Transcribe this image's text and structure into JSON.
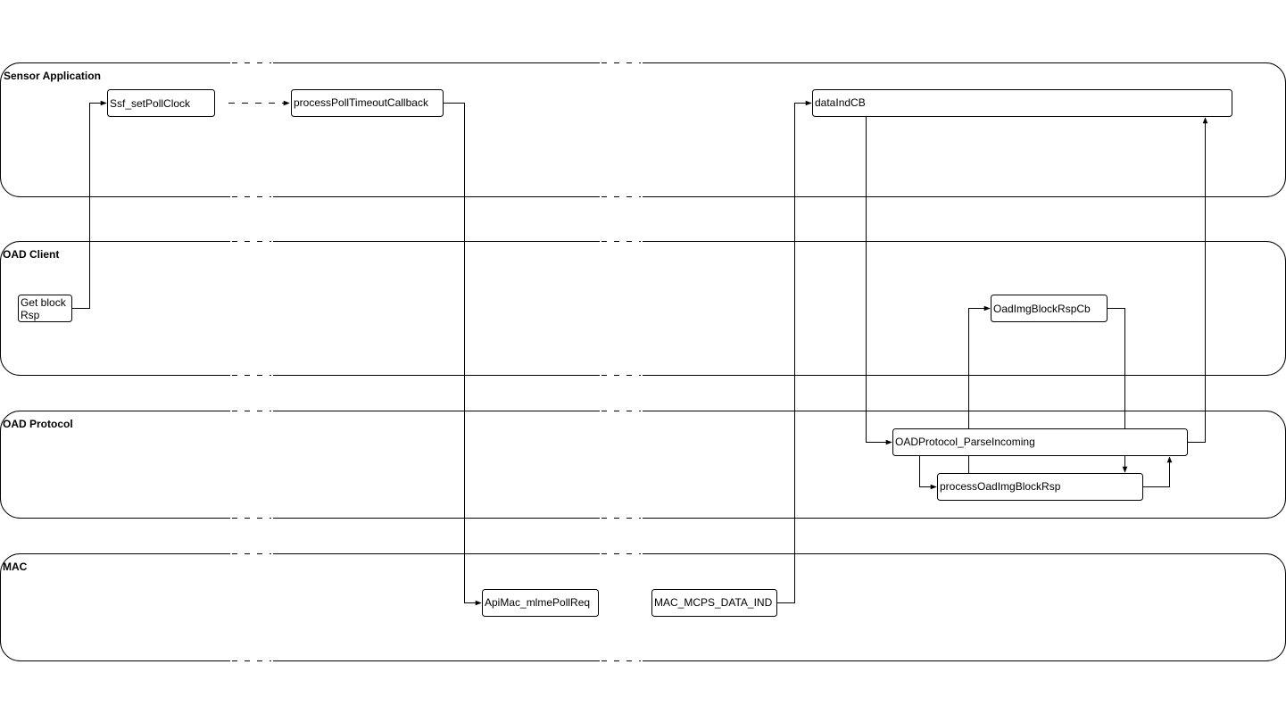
{
  "lanes": {
    "sensor_application": "Sensor Application",
    "oad_client": "OAD Client",
    "oad_protocol": "OAD Protocol",
    "mac": "MAC"
  },
  "nodes": {
    "ssf_set_poll_clock": "Ssf_setPollClock",
    "process_poll_timeout_callback": "processPollTimeoutCallback",
    "data_ind_cb": "dataIndCB",
    "get_block_rsp_line1": "Get block",
    "get_block_rsp_line2": "Rsp",
    "oad_img_block_rsp_cb": "OadImgBlockRspCb",
    "oad_protocol_parse_incoming": "OADProtocol_ParseIncoming",
    "process_oad_img_block_rsp": "processOadImgBlockRsp",
    "api_mac_mlme_poll_req": "ApiMac_mlmePollReq",
    "mac_mcps_data_ind": "MAC_MCPS_DATA_IND"
  },
  "colors": {
    "stroke": "#000000",
    "background": "#ffffff"
  }
}
